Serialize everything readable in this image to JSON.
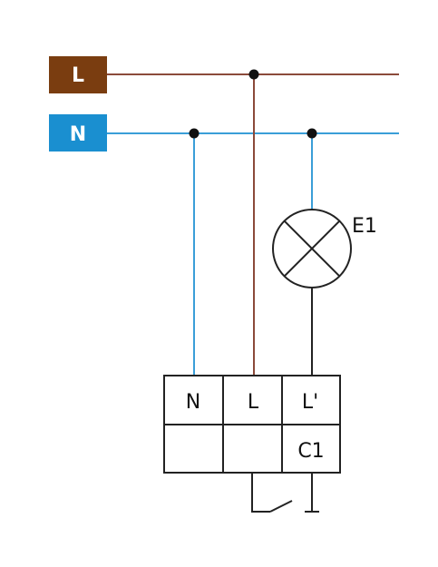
{
  "buses": {
    "L": {
      "label": "L",
      "color": "#7a3d10",
      "wire_color": "#8b4a3a"
    },
    "N": {
      "label": "N",
      "color": "#1a8fd0",
      "wire_color": "#3a9ed8"
    }
  },
  "lamp": {
    "label": "E1"
  },
  "terminals": {
    "top_row": [
      "N",
      "L",
      "L'"
    ],
    "bottom_row": [
      "",
      "",
      "C1"
    ]
  },
  "colors": {
    "line_dark": "#222222",
    "junction": "#111111"
  }
}
